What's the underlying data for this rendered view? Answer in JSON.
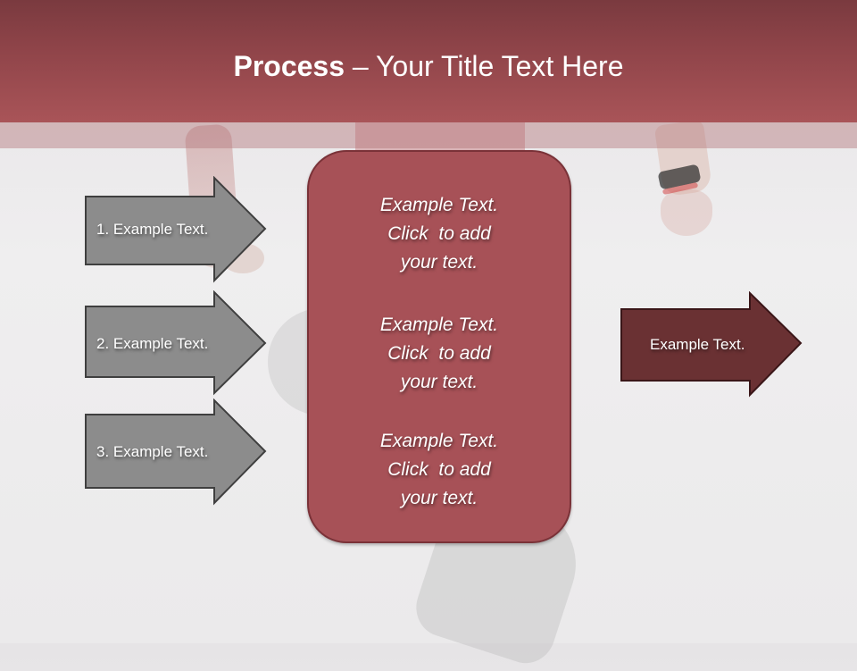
{
  "slide": {
    "title_bold": "Process",
    "title_rest": " – Your Title Text Here",
    "colors": {
      "header_top": "#7a3a3f",
      "header_bottom": "#a95458",
      "panel_fill": "#a75157",
      "panel_border": "#7a3238",
      "input_arrow_fill": "#8c8c8c",
      "input_arrow_border": "#3f3f3f",
      "output_arrow_fill": "#6a3133",
      "output_arrow_border": "#3a1618",
      "background": "#ebeaeb"
    }
  },
  "inputs": [
    {
      "label": "1. Example Text."
    },
    {
      "label": "2. Example Text."
    },
    {
      "label": "3. Example Text."
    }
  ],
  "panel": {
    "blocks": [
      {
        "line1": "Example Text.",
        "line2": "Click  to add",
        "line3": "your text."
      },
      {
        "line1": "Example Text.",
        "line2": "Click  to add",
        "line3": "your text."
      },
      {
        "line1": "Example Text.",
        "line2": "Click  to add",
        "line3": "your text."
      }
    ]
  },
  "output": {
    "label": "Example Text."
  }
}
